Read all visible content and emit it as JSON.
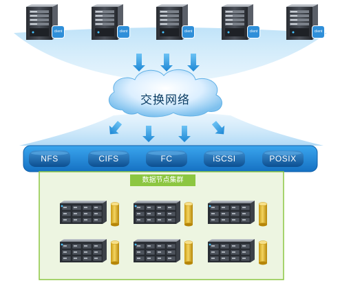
{
  "network": {
    "label": "交换网络"
  },
  "clients": [
    {
      "badge": "client"
    },
    {
      "badge": "client"
    },
    {
      "badge": "client"
    },
    {
      "badge": "client"
    },
    {
      "badge": "client"
    }
  ],
  "protocols": [
    {
      "label": "NFS"
    },
    {
      "label": "CIFS"
    },
    {
      "label": "FC"
    },
    {
      "label": "iSCSI"
    },
    {
      "label": "POSIX"
    }
  ],
  "cluster": {
    "title": "数据节点集群",
    "nodes": [
      {
        "type": "storage-node"
      },
      {
        "type": "storage-node"
      },
      {
        "type": "storage-node"
      },
      {
        "type": "storage-node"
      },
      {
        "type": "storage-node"
      },
      {
        "type": "storage-node"
      }
    ]
  },
  "colors": {
    "accent_blue": "#1b86d4",
    "cluster_green": "#8cc641",
    "cluster_bg": "#edf5e1",
    "arrow_blue": "#2f9be0",
    "disk_gold": "#e8bf35"
  },
  "icons": {
    "server": "server-tower-icon",
    "arrow": "arrow-down-icon",
    "cloud": "cloud-icon",
    "disk": "database-cylinder-icon",
    "rack": "rack-server-icon"
  }
}
